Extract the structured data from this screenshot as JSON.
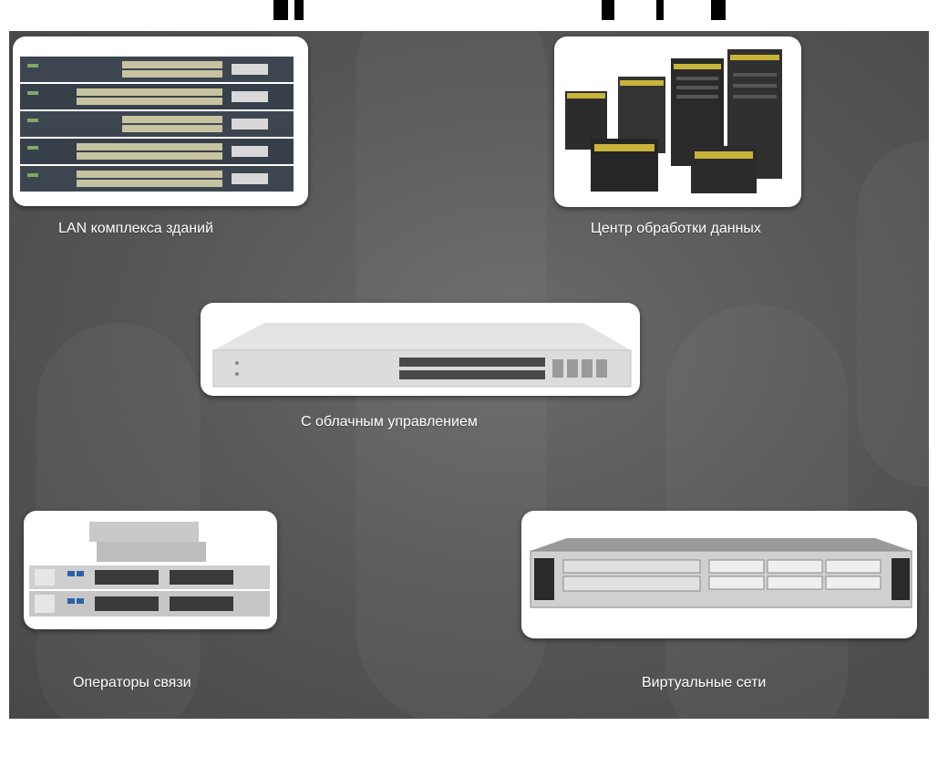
{
  "captions": {
    "campus_lan": "LAN комплекса зданий",
    "data_center": "Центр обработки данных",
    "cloud_managed": "С облачным управлением",
    "service_providers": "Операторы связи",
    "virtual_networks": "Виртуальные сети"
  },
  "colors": {
    "background": "#5c5c5c",
    "card": "#ffffff",
    "caption": "#ffffff"
  }
}
